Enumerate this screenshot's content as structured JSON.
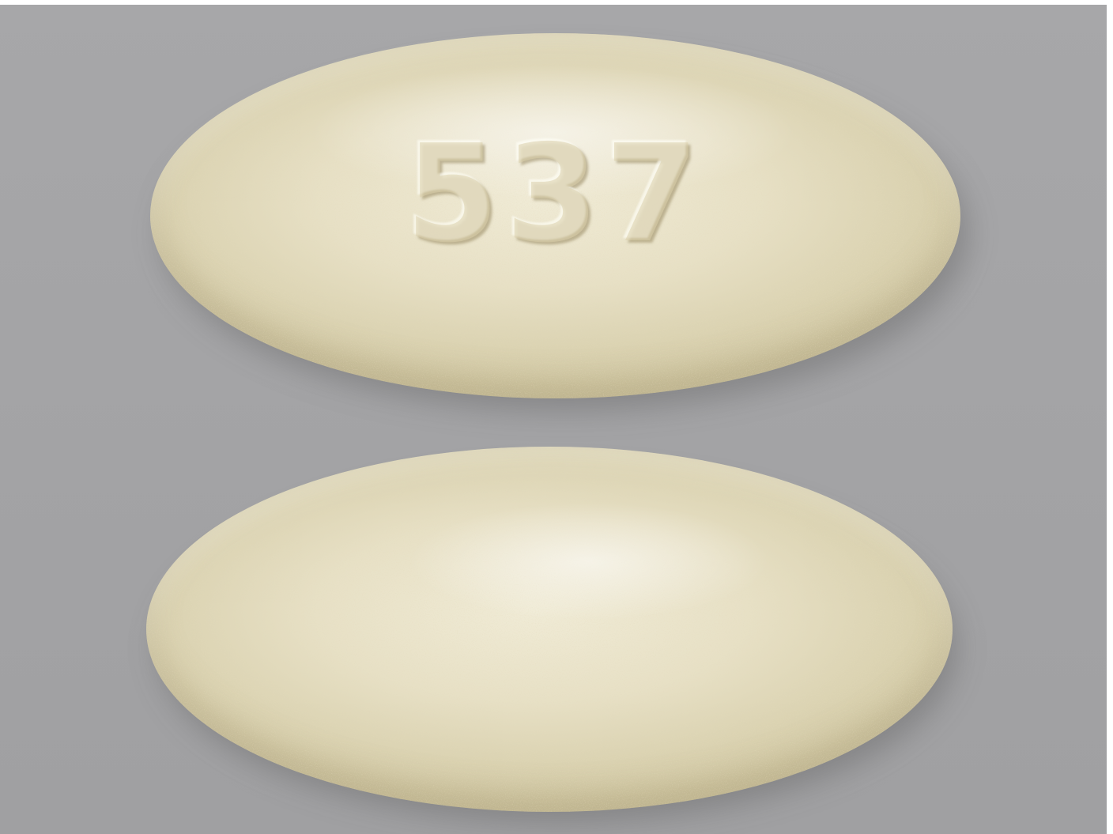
{
  "photo": {
    "background_color": "#a5a5a7",
    "tablet_color": "#e5dec3"
  },
  "tablets": [
    {
      "side": "imprinted",
      "imprint": "537"
    },
    {
      "side": "blank"
    }
  ]
}
